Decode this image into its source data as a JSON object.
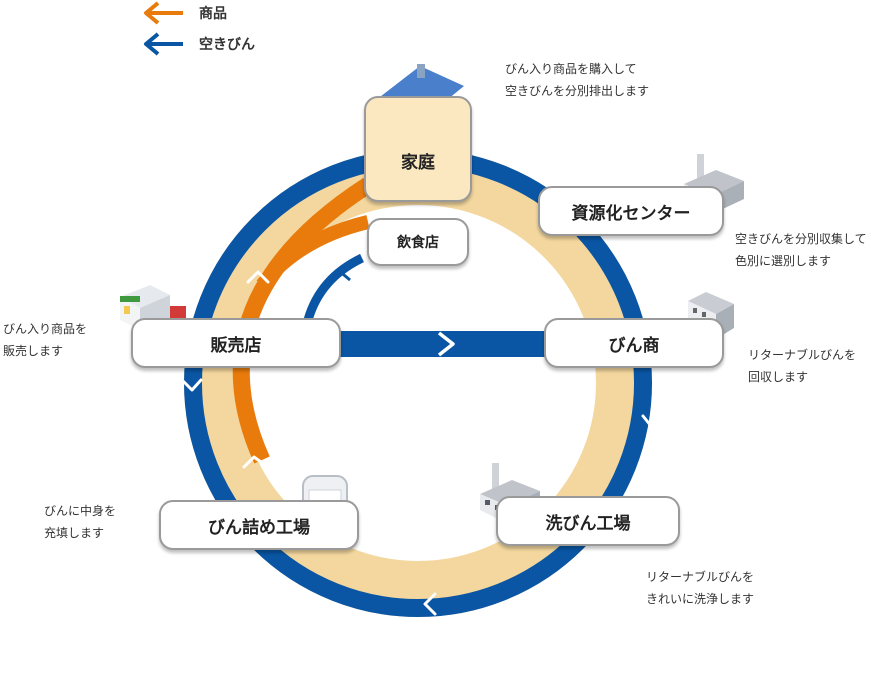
{
  "legend": {
    "goods_label": "商品",
    "empty_label": "空きびん"
  },
  "colors": {
    "goods": "#e87b0c",
    "empty": "#0a56a4",
    "ring": "#f3d79e",
    "home_fill": "#fbe8c0"
  },
  "nodes": {
    "home": "家庭",
    "restaurant": "飲食店",
    "resource_center": "資源化センター",
    "bottle_merchant": "びん商",
    "washing_factory": "洗びん工場",
    "filling_factory": "びん詰め工場",
    "retail_store": "販売店"
  },
  "notes": {
    "home_line1": "びん入り商品を購入して",
    "home_line2": "空きびんを分別排出します",
    "resource_line1": "空きびんを分別収集して",
    "resource_line2": "色別に選別します",
    "merchant_line1": "リターナブルびんを",
    "merchant_line2": "回収します",
    "washing_line1": "リターナブルびんを",
    "washing_line2": "きれいに洗浄します",
    "filling_line1": "びんに中身を",
    "filling_line2": "充填します",
    "retail_line1": "びん入り商品を",
    "retail_line2": "販売します"
  },
  "icons": {
    "home": "house-icon",
    "resource_center": "factory-icon",
    "bottle_merchant": "building-icon",
    "washing_factory": "factory-icon",
    "filling_factory": "bottle-case-icon",
    "retail_store": "shop-icon"
  }
}
